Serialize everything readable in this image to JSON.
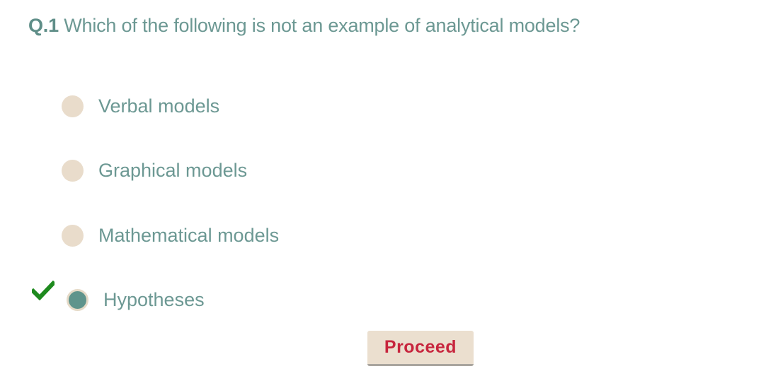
{
  "question": {
    "number": "Q.1",
    "text": "Which of the following is not an example of analytical models?"
  },
  "options": [
    {
      "label": "Verbal models",
      "selected": false,
      "correct": false
    },
    {
      "label": "Graphical models",
      "selected": false,
      "correct": false
    },
    {
      "label": "Mathematical models",
      "selected": false,
      "correct": false
    },
    {
      "label": "Hypotheses",
      "selected": true,
      "correct": true
    }
  ],
  "proceed_label": "Proceed",
  "colors": {
    "text": "#6c9893",
    "radio_unselected": "#e9dccb",
    "radio_selected": "#5f948c",
    "check": "#1e8a1e",
    "button_bg": "#ebdfcf",
    "button_text": "#c7253d"
  },
  "icons": {
    "correct_marker": "checkmark-icon"
  }
}
